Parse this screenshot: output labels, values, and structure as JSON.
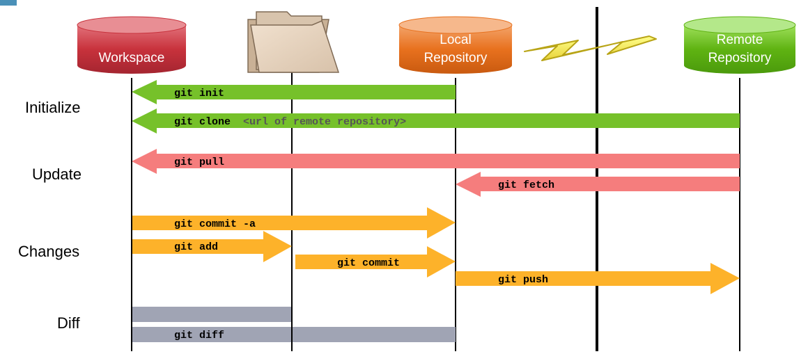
{
  "columns": {
    "workspace": {
      "label": "Workspace",
      "color": "#c8323c"
    },
    "index": {
      "icon": "folder-icon"
    },
    "local": {
      "label_line1": "Local",
      "label_line2": "Repository",
      "color": "#e8711e"
    },
    "remote": {
      "label_line1": "Remote",
      "label_line2": "Repository",
      "color": "#5fb312"
    },
    "network": {
      "icon": "lightning-bolt-icon"
    }
  },
  "sections": {
    "initialize": "Initialize",
    "update": "Update",
    "changes": "Changes",
    "diff": "Diff"
  },
  "commands": {
    "init": "git init",
    "clone": "git clone",
    "clone_arg": "<url of remote repository>",
    "pull": "git pull",
    "fetch": "git fetch",
    "commit_a": "git commit -a",
    "add": "git add",
    "commit": "git commit",
    "push": "git push",
    "diff": "git diff"
  },
  "colors": {
    "initialize": "#76c12a",
    "update": "#f57d7d",
    "changes": "#fdb22a",
    "diff": "#a0a4b4"
  }
}
